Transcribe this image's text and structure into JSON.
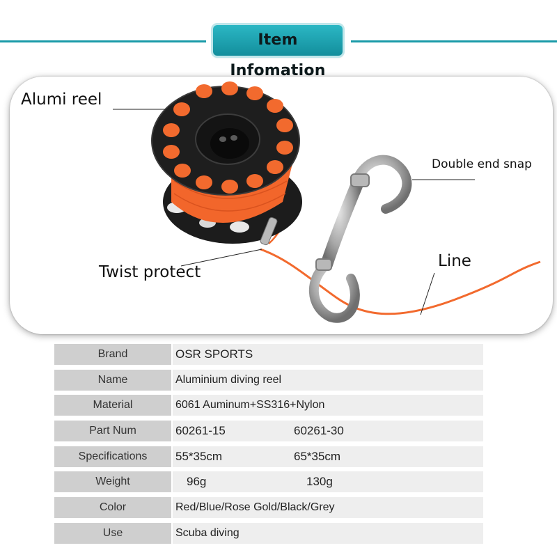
{
  "header": {
    "title": "Item Infomation"
  },
  "image": {
    "callouts": {
      "alumi_reel": "Alumi reel",
      "double_end_snap": "Double end snap",
      "line": "Line",
      "twist_protect": "Twist protect"
    },
    "colors": {
      "accent": "#1a9aa8",
      "line": "#f26a2e",
      "reel": "#1c1c1c",
      "snap": "#a9a9a9"
    }
  },
  "specs": {
    "brand": {
      "label": "Brand",
      "value": "OSR SPORTS"
    },
    "name": {
      "label": "Name",
      "value": "Aluminium diving reel"
    },
    "material": {
      "label": "Material",
      "value": "6061 Auminum+SS316+Nylon"
    },
    "part_num": {
      "label": "Part Num",
      "value_1": "60261-15",
      "value_2": "60261-30"
    },
    "specifications": {
      "label": "Specifications",
      "value_1": "55*35cm",
      "value_2": "65*35cm"
    },
    "weight": {
      "label": "Weight",
      "value_1": "96g",
      "value_2": "130g"
    },
    "color": {
      "label": "Color",
      "value": "Red/Blue/Rose Gold/Black/Grey"
    },
    "use": {
      "label": "Use",
      "value": "Scuba diving"
    }
  }
}
